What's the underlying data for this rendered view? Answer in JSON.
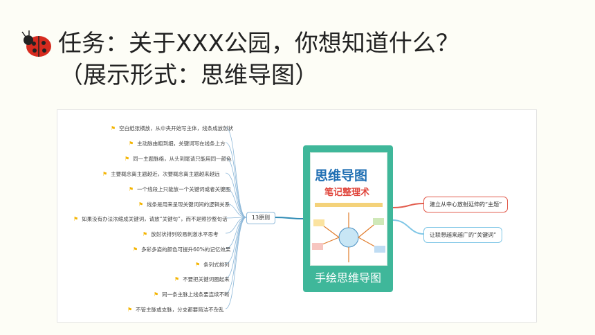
{
  "heading": {
    "line1": "任务：关于XXX公园，你想知道什么？",
    "line2": "（展示形式：思维导图）"
  },
  "mindmap": {
    "hub": "13原则",
    "center_caption": "手绘思维导图",
    "book_title": "思维导图",
    "book_subtitle": "笔记整理术",
    "left_branches": [
      "空白纸张横放，从中央开始写主体，线条成放射状",
      "主动脉由粗到细，关键词写在线条上方",
      "同一主题脉络，从头到尾请只能用同一颜色",
      "主要概念离主题越近，次要概念离主题越来越远",
      "一个线段上只能放一个关键词或者关键图",
      "线条是用来呈现关键词间的逻辑关系",
      "如果没有办法浓缩成关键词，请放“关键句”，而不是照抄整句话",
      "放射状排列较易刺激水平思考",
      "多彩多姿的颜色可提升60%的记忆效果",
      "条列式排列",
      "不要把关键词圈起来",
      "同一条主脉上线条要连续不断",
      "不管主脉或支脉，分支都要简洁不杂乱"
    ],
    "right_branches": [
      "建立从中心放射延伸的“主题”",
      "让联想越来越广的“关键词”"
    ]
  }
}
